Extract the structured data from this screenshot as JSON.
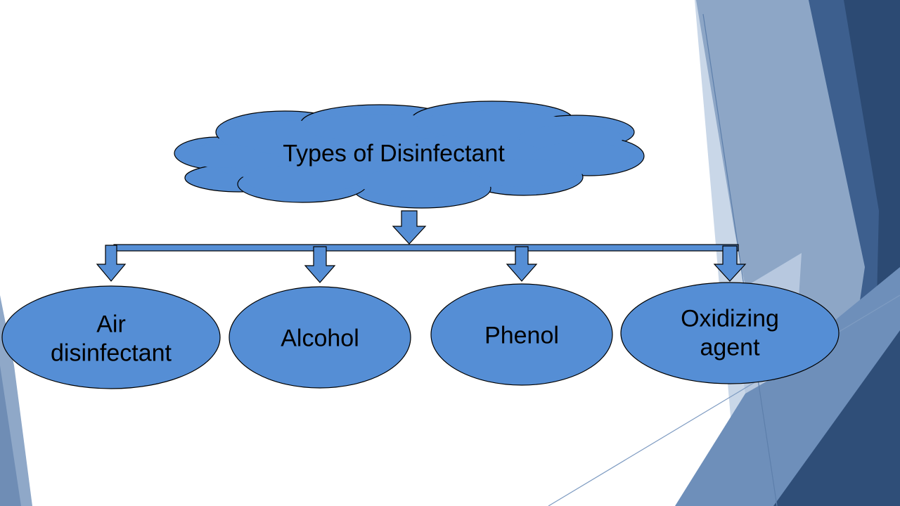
{
  "diagram": {
    "root": {
      "label": "Types of Disinfectant"
    },
    "children": [
      {
        "label": "Air\ndisinfectant"
      },
      {
        "label": "Alcohol"
      },
      {
        "label": "Phenol"
      },
      {
        "label": "Oxidizing\nagent"
      }
    ]
  },
  "colors": {
    "shape_fill": "#558ed5",
    "shape_stroke": "#000000",
    "text": "#000000",
    "background": "#ffffff",
    "decor_dark": "#2c4a73",
    "decor_mid": "#3d5f8e",
    "decor_light": "#8fa8c8",
    "decor_pale": "#c8d6e8"
  }
}
